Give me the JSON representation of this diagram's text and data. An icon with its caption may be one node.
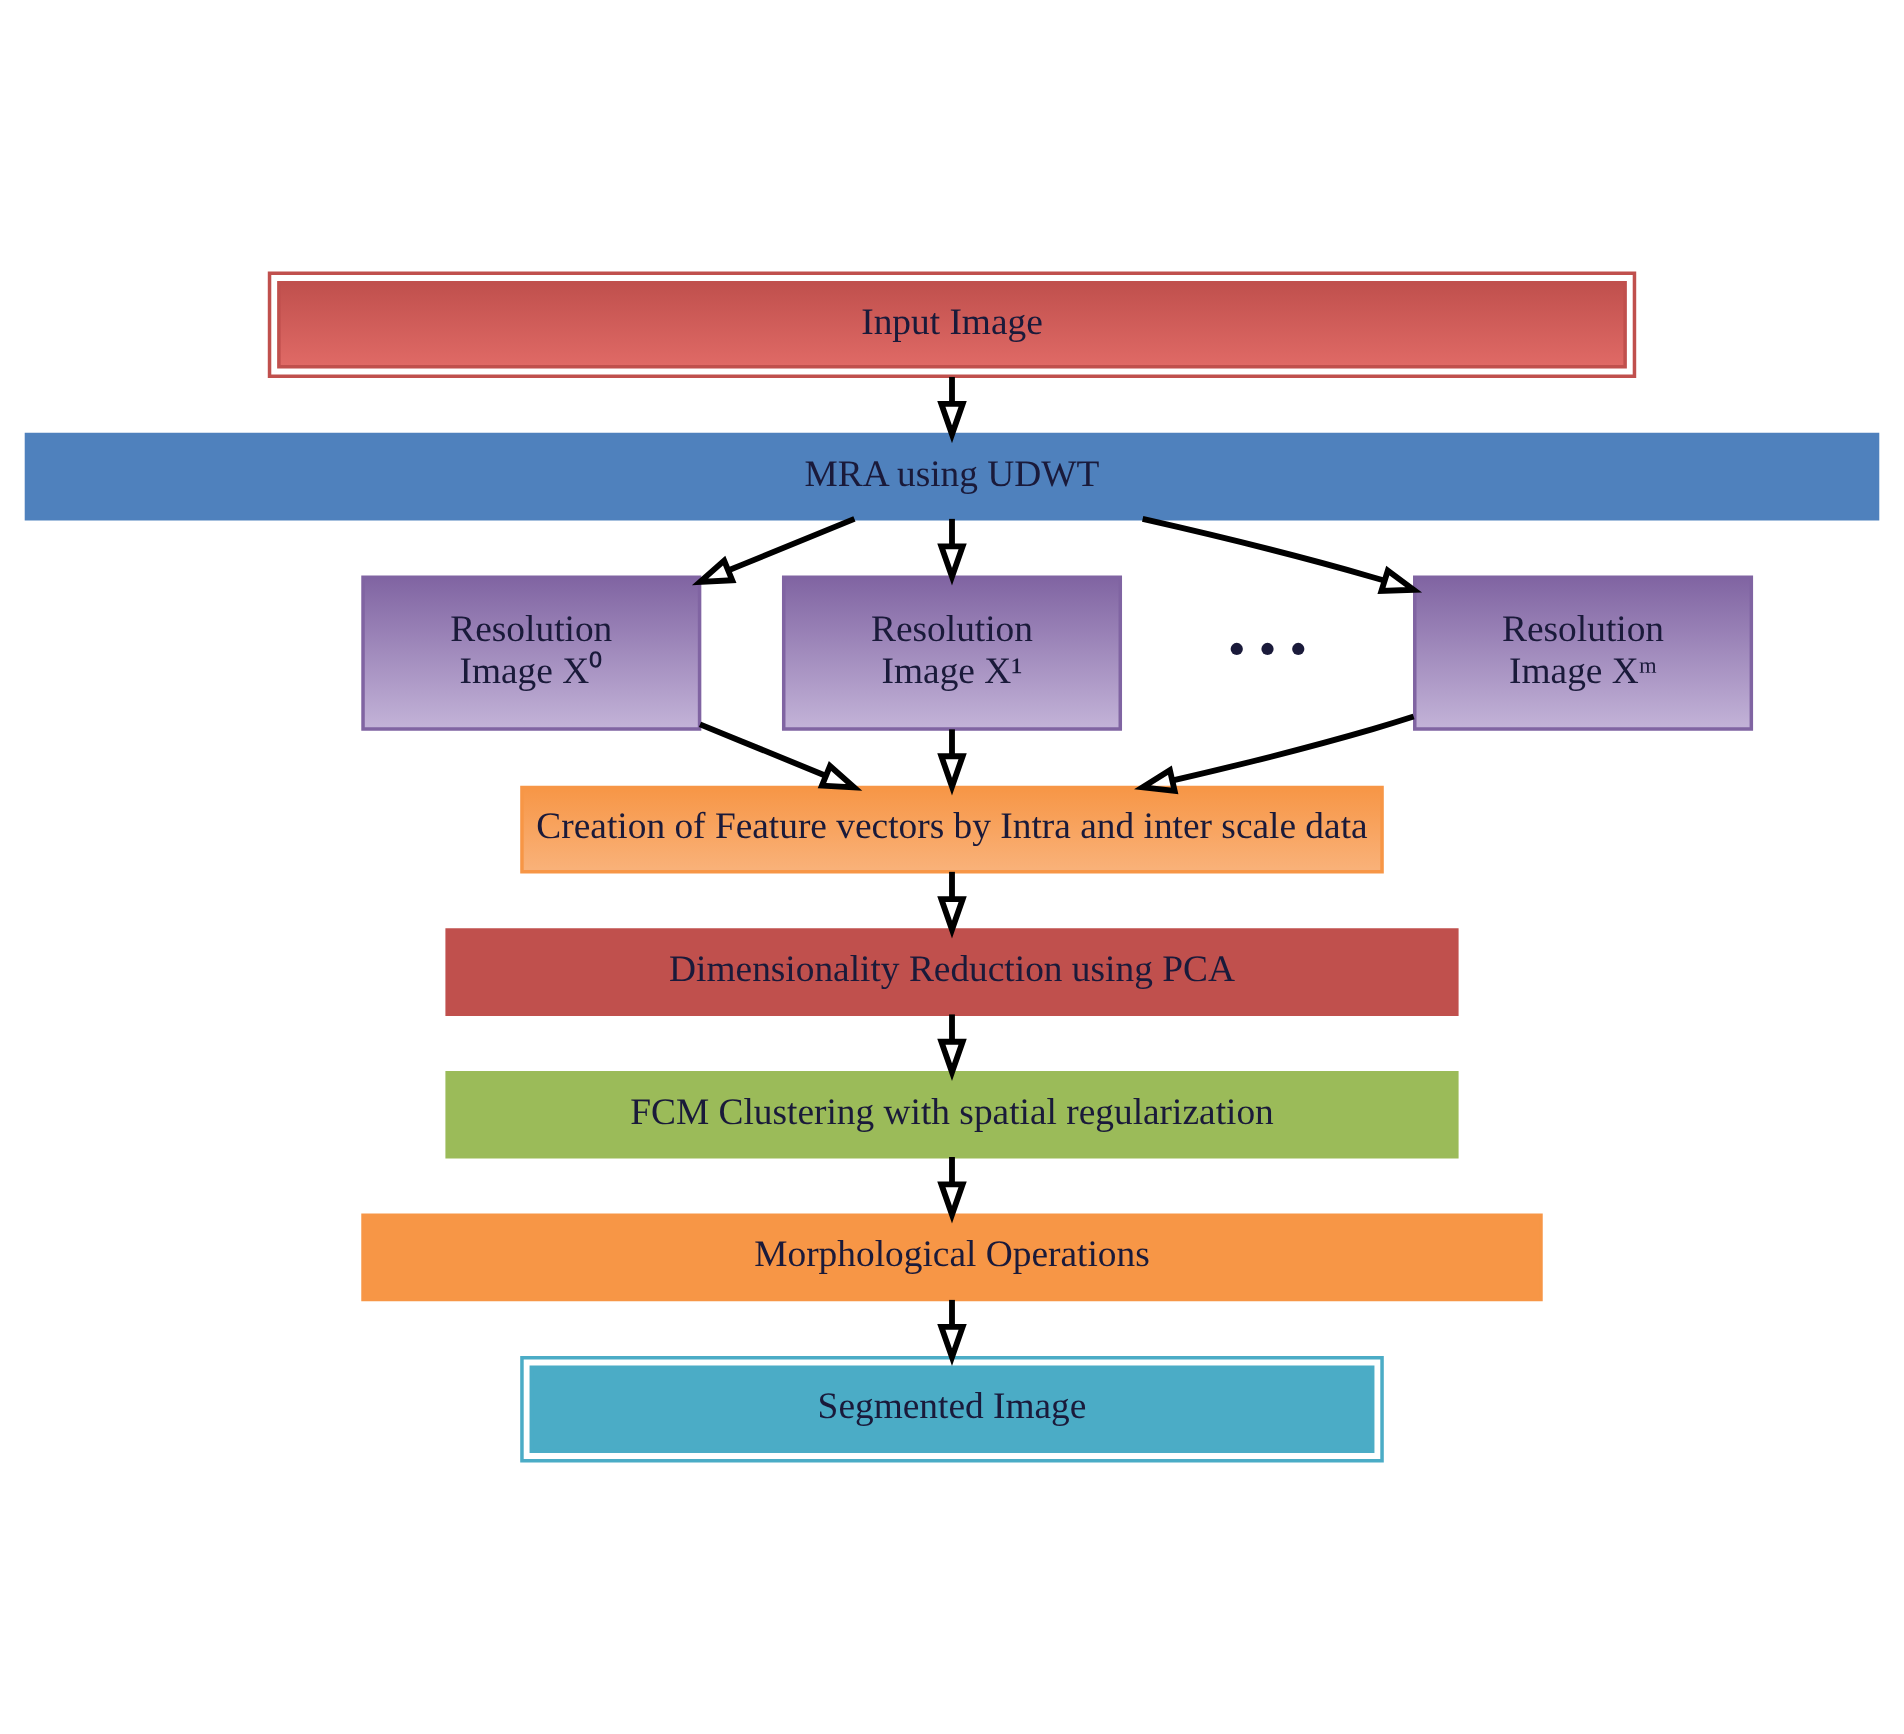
{
  "diagram": {
    "nodes": [
      {
        "text": [
          "Input Image"
        ]
      },
      {
        "text": [
          "MRA using UDWT"
        ]
      },
      {
        "text": [
          "Resolution",
          "Image X⁰"
        ]
      },
      {
        "text": [
          "Resolution",
          "Image X¹"
        ]
      },
      {
        "text": [
          "Resolution",
          "Image Xᵐ"
        ]
      },
      {
        "text": [
          "Creation of Feature vectors by Intra and inter scale data"
        ]
      },
      {
        "text": [
          "Dimensionality Reduction using PCA"
        ]
      },
      {
        "text": [
          "FCM Clustering with spatial regularization"
        ]
      },
      {
        "text": [
          "Morphological Operations"
        ]
      },
      {
        "text": [
          "Segmented Image"
        ]
      }
    ],
    "edges": [
      {
        "from": 0,
        "to": 1,
        "arrow": "to"
      },
      {
        "from": 1,
        "to": 2,
        "arrow": "to"
      },
      {
        "from": 1,
        "to": 3,
        "arrow": "to"
      },
      {
        "from": 1,
        "to": 4,
        "arrow": "to"
      },
      {
        "from": 2,
        "to": 5,
        "arrow": "to"
      },
      {
        "from": 3,
        "to": 5,
        "arrow": "to"
      },
      {
        "from": 4,
        "to": 5,
        "arrow": "to"
      },
      {
        "from": 5,
        "to": 6,
        "arrow": "to"
      },
      {
        "from": 6,
        "to": 7,
        "arrow": "to"
      },
      {
        "from": 7,
        "to": 8,
        "arrow": "to"
      },
      {
        "from": 8,
        "to": 9,
        "arrow": "to"
      }
    ],
    "labels": [
      "• • •"
    ]
  }
}
